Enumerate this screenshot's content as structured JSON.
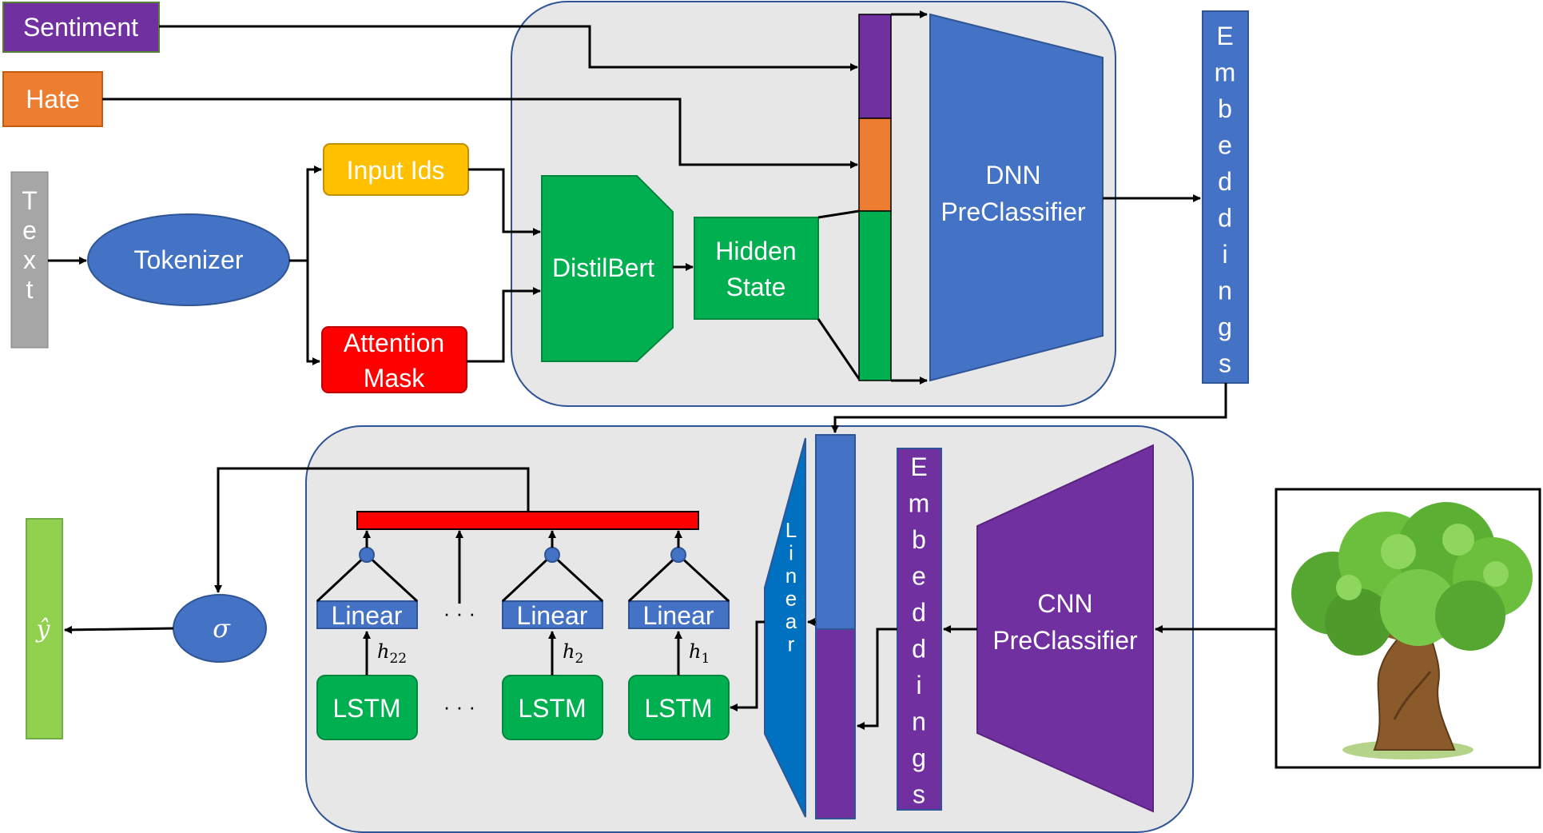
{
  "top_inputs": {
    "sentiment": "Sentiment",
    "hate": "Hate",
    "text": "Text"
  },
  "text_pipeline": {
    "tokenizer": "Tokenizer",
    "input_ids": "Input Ids",
    "attention_mask_line1": "Attention",
    "attention_mask_line2": "Mask",
    "distilbert": "DistilBert",
    "hidden_state_line1": "Hidden",
    "hidden_state_line2": "State",
    "dnn_line1": "DNN",
    "dnn_line2": "PreClassifier",
    "embeddings": "Embeddings"
  },
  "image_pipeline": {
    "cnn_line1": "CNN",
    "cnn_line2": "PreClassifier",
    "embeddings": "Embeddings",
    "linear_vertical": "Linear"
  },
  "sequence_block": {
    "lstm_label": "LSTM",
    "linear_label": "Linear",
    "ellipsis": "· · ·",
    "h22": "h22",
    "h2": "h2",
    "h1": "h1",
    "sigma": "σ",
    "output": "ŷ"
  },
  "colors": {
    "purple": "#7030a0",
    "orange": "#ed7d31",
    "gray": "#a6a6a6",
    "blue": "#4472c4",
    "yellow": "#ffc000",
    "red": "#ff0000",
    "green": "#00b050",
    "lime": "#92d050",
    "panel": "#e7e7e7",
    "panel_border": "#2f5597",
    "dark_blue": "#0070c0"
  }
}
